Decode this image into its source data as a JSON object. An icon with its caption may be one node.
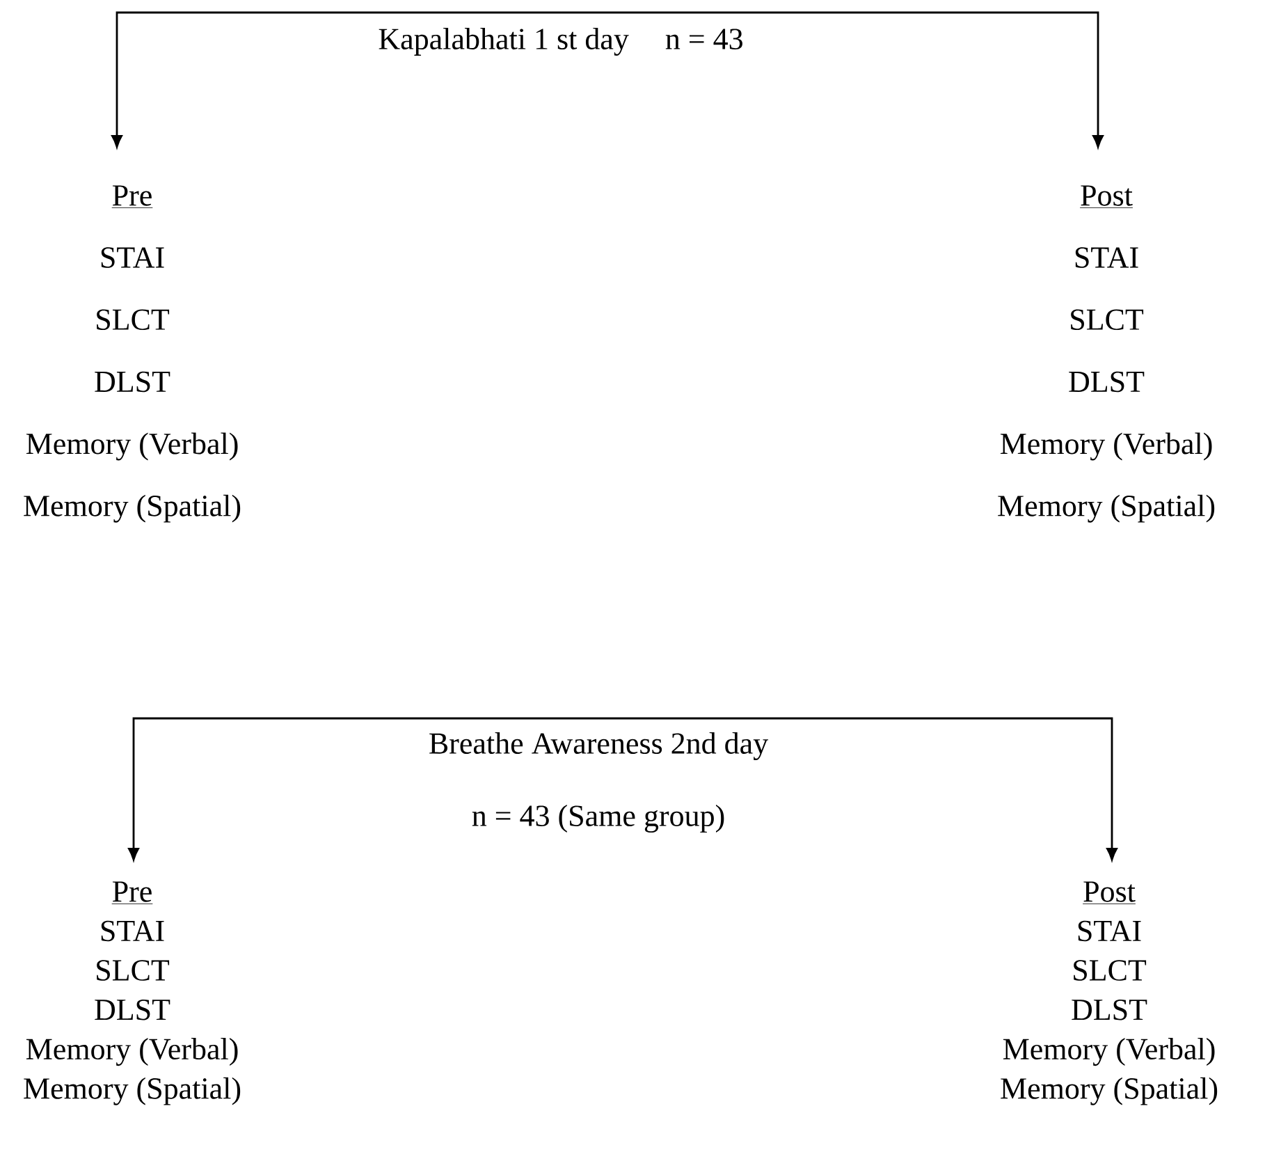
{
  "diagram": {
    "nodes": [
      {
        "text": [
          "Kapalabhati 1 st day",
          "n = 43"
        ]
      },
      {
        "text": [
          "Pre",
          "STAI",
          "SLCT",
          "DLST",
          "Memory (Verbal)",
          "Memory (Spatial)"
        ]
      },
      {
        "text": [
          "Post",
          "STAI",
          "SLCT",
          "DLST",
          "Memory (Verbal)",
          "Memory (Spatial)"
        ]
      },
      {
        "text": [
          "Breathe Awareness 2nd day",
          "n = 43 (Same group)"
        ]
      },
      {
        "text": [
          "Pre",
          "STAI",
          "SLCT",
          "DLST",
          "Memory (Verbal)",
          "Memory (Spatial)"
        ]
      },
      {
        "text": [
          "Post",
          "STAI",
          "SLCT",
          "DLST",
          "Memory (Verbal)",
          "Memory (Spatial)"
        ]
      }
    ],
    "edges": [
      {
        "from": 0,
        "to": 1,
        "arrow": "to"
      },
      {
        "from": 0,
        "to": 2,
        "arrow": "to"
      },
      {
        "from": 3,
        "to": 4,
        "arrow": "to"
      },
      {
        "from": 3,
        "to": 5,
        "arrow": "to"
      }
    ]
  }
}
